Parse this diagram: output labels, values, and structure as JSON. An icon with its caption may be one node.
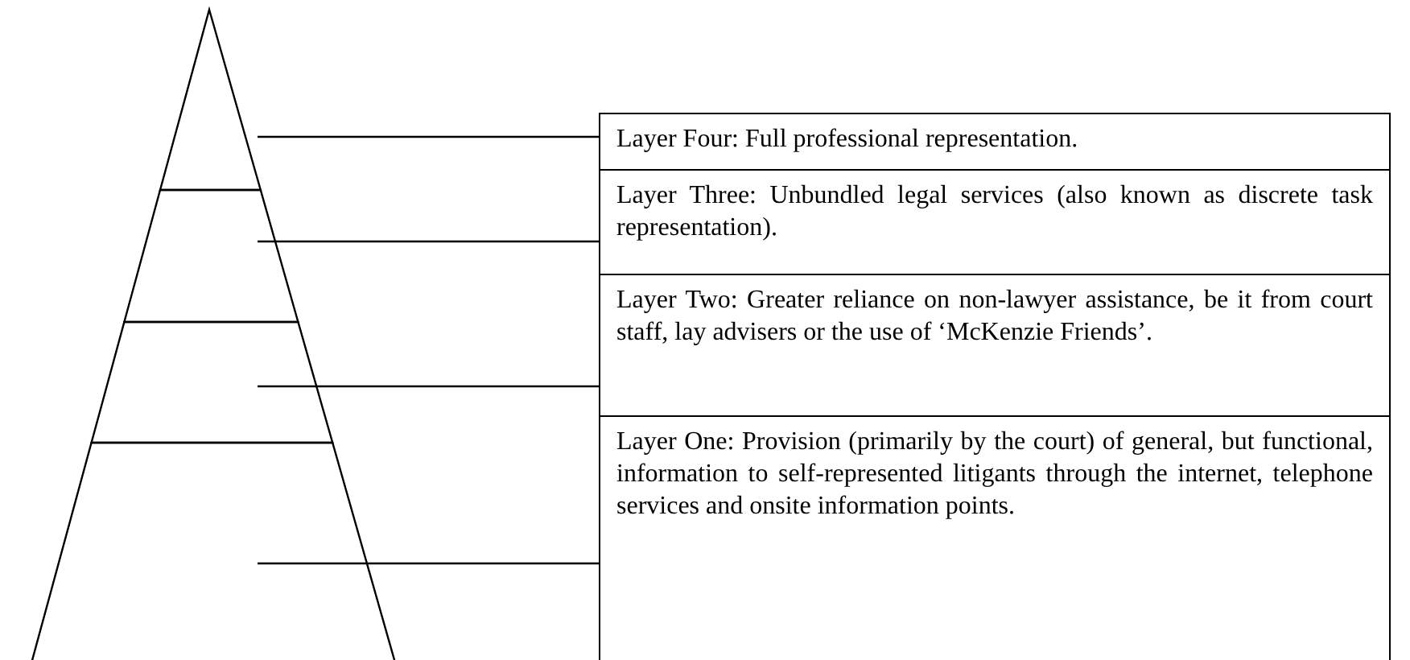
{
  "diagram": {
    "nodes": [
      {
        "text": [
          "Layer Four: Full professional representation."
        ]
      },
      {
        "text": [
          "Layer Three: Unbundled legal services (also known as discrete task representation)."
        ]
      },
      {
        "text": [
          "Layer Two: Greater reliance on non-lawyer assistance, be it from court staff, lay advisers or the use of ‘McKenzie Friends’."
        ]
      },
      {
        "text": [
          "Layer One: Provision (primarily by the court) of general, but functional, information to self-represented litigants through the internet, telephone services and onsite information points."
        ]
      },
      {
        "text": [],
        "shape": "triangle"
      },
      {
        "text": [],
        "shape": "band"
      },
      {
        "text": [],
        "shape": "band"
      },
      {
        "text": [],
        "shape": "band"
      }
    ],
    "edges": [
      {
        "from": 0,
        "to": 4,
        "arrow": "none"
      },
      {
        "from": 1,
        "to": 5,
        "arrow": "none"
      },
      {
        "from": 2,
        "to": 6,
        "arrow": "none"
      },
      {
        "from": 3,
        "to": 7,
        "arrow": "none"
      }
    ]
  }
}
